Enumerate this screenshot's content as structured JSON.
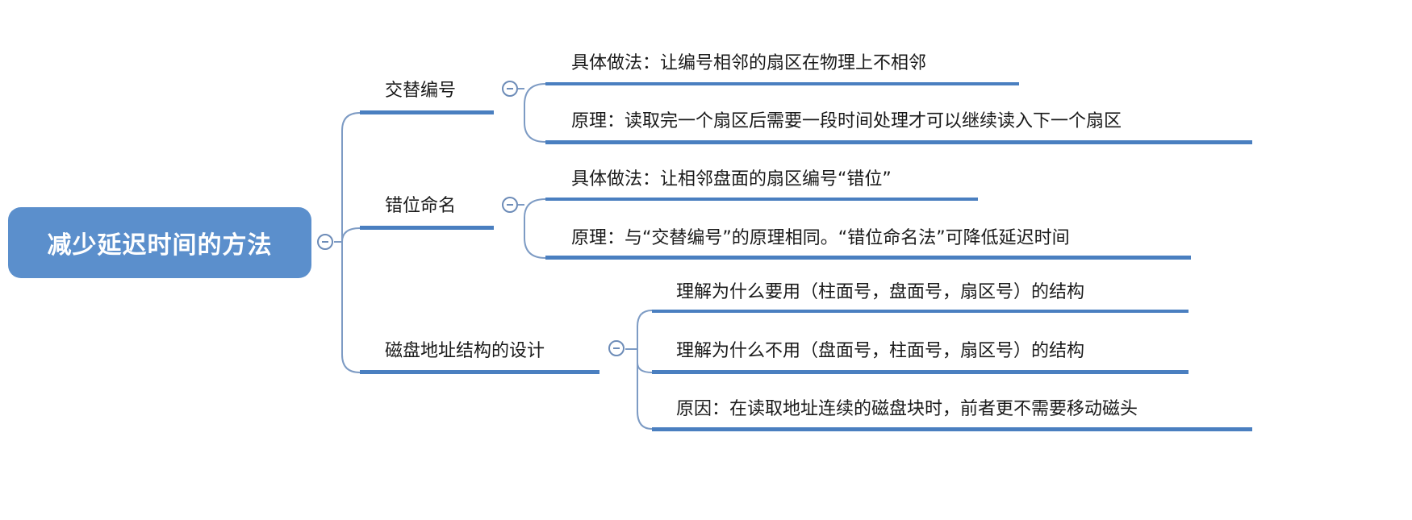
{
  "root": {
    "label": "减少延迟时间的方法"
  },
  "branches": [
    {
      "label": "交替编号",
      "children": [
        "具体做法：让编号相邻的扇区在物理上不相邻",
        "原理：读取完一个扇区后需要一段时间处理才可以继续读入下一个扇区"
      ]
    },
    {
      "label": "错位命名",
      "children": [
        "具体做法：让相邻盘面的扇区编号“错位”",
        "原理：与“交替编号”的原理相同。“错位命名法”可降低延迟时间"
      ]
    },
    {
      "label": "磁盘地址结构的设计",
      "children": [
        "理解为什么要用（柱面号，盘面号，扇区号）的结构",
        "理解为什么不用（盘面号，柱面号，扇区号）的结构",
        "原因：在读取地址连续的磁盘块时，前者更不需要移动磁头"
      ]
    }
  ],
  "colors": {
    "root_fill": "#5b8fcc",
    "connector": "#6d8cb8",
    "underline": "#4a7fc0"
  }
}
